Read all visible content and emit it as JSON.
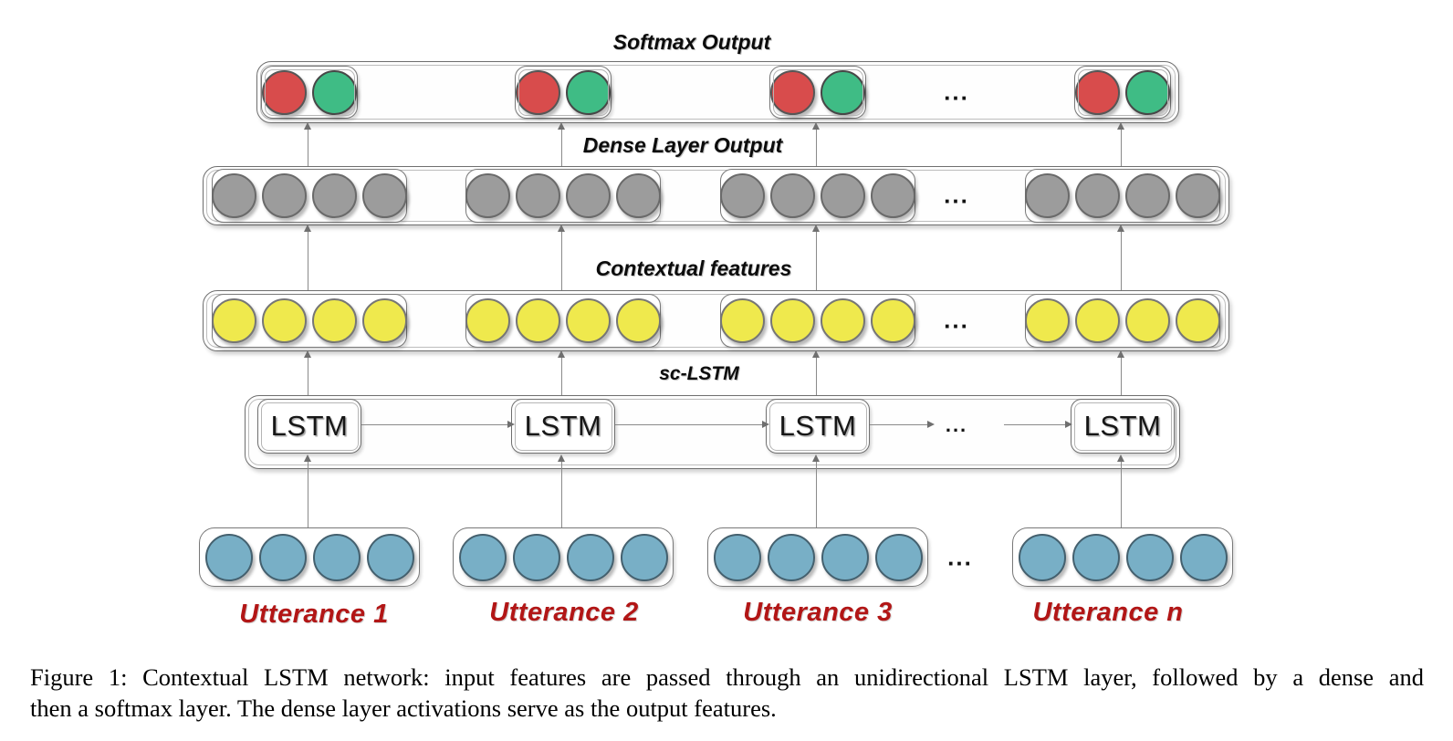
{
  "figure": {
    "softmax": {
      "label": "Softmax Output",
      "groups": 4,
      "circles_per_group": 2,
      "circle_colors": [
        "#d84c4c",
        "#3fbc85"
      ]
    },
    "dense": {
      "label": "Dense Layer Output",
      "groups": 4,
      "circles_per_group": 4,
      "circle_color": "#9c9c9c"
    },
    "contextual": {
      "label": "Contextual features",
      "groups": 4,
      "circles_per_group": 4,
      "circle_color": "#efe94d"
    },
    "sc_lstm": {
      "label": "sc-LSTM",
      "cell_label": "LSTM",
      "cells": 4
    },
    "input": {
      "utterance_labels": [
        "Utterance 1",
        "Utterance 2",
        "Utterance 3",
        "Utterance n"
      ],
      "circles_per_group": 4,
      "circle_color": "#78afc6",
      "label_color": "#b21616"
    },
    "ellipsis": "..."
  },
  "caption": {
    "line1": "Figure 1: Contextual LSTM network: input features are passed through an unidirectional LSTM layer, followed by a dense and",
    "line2": "then a softmax layer. The dense layer activations serve as the output features."
  }
}
